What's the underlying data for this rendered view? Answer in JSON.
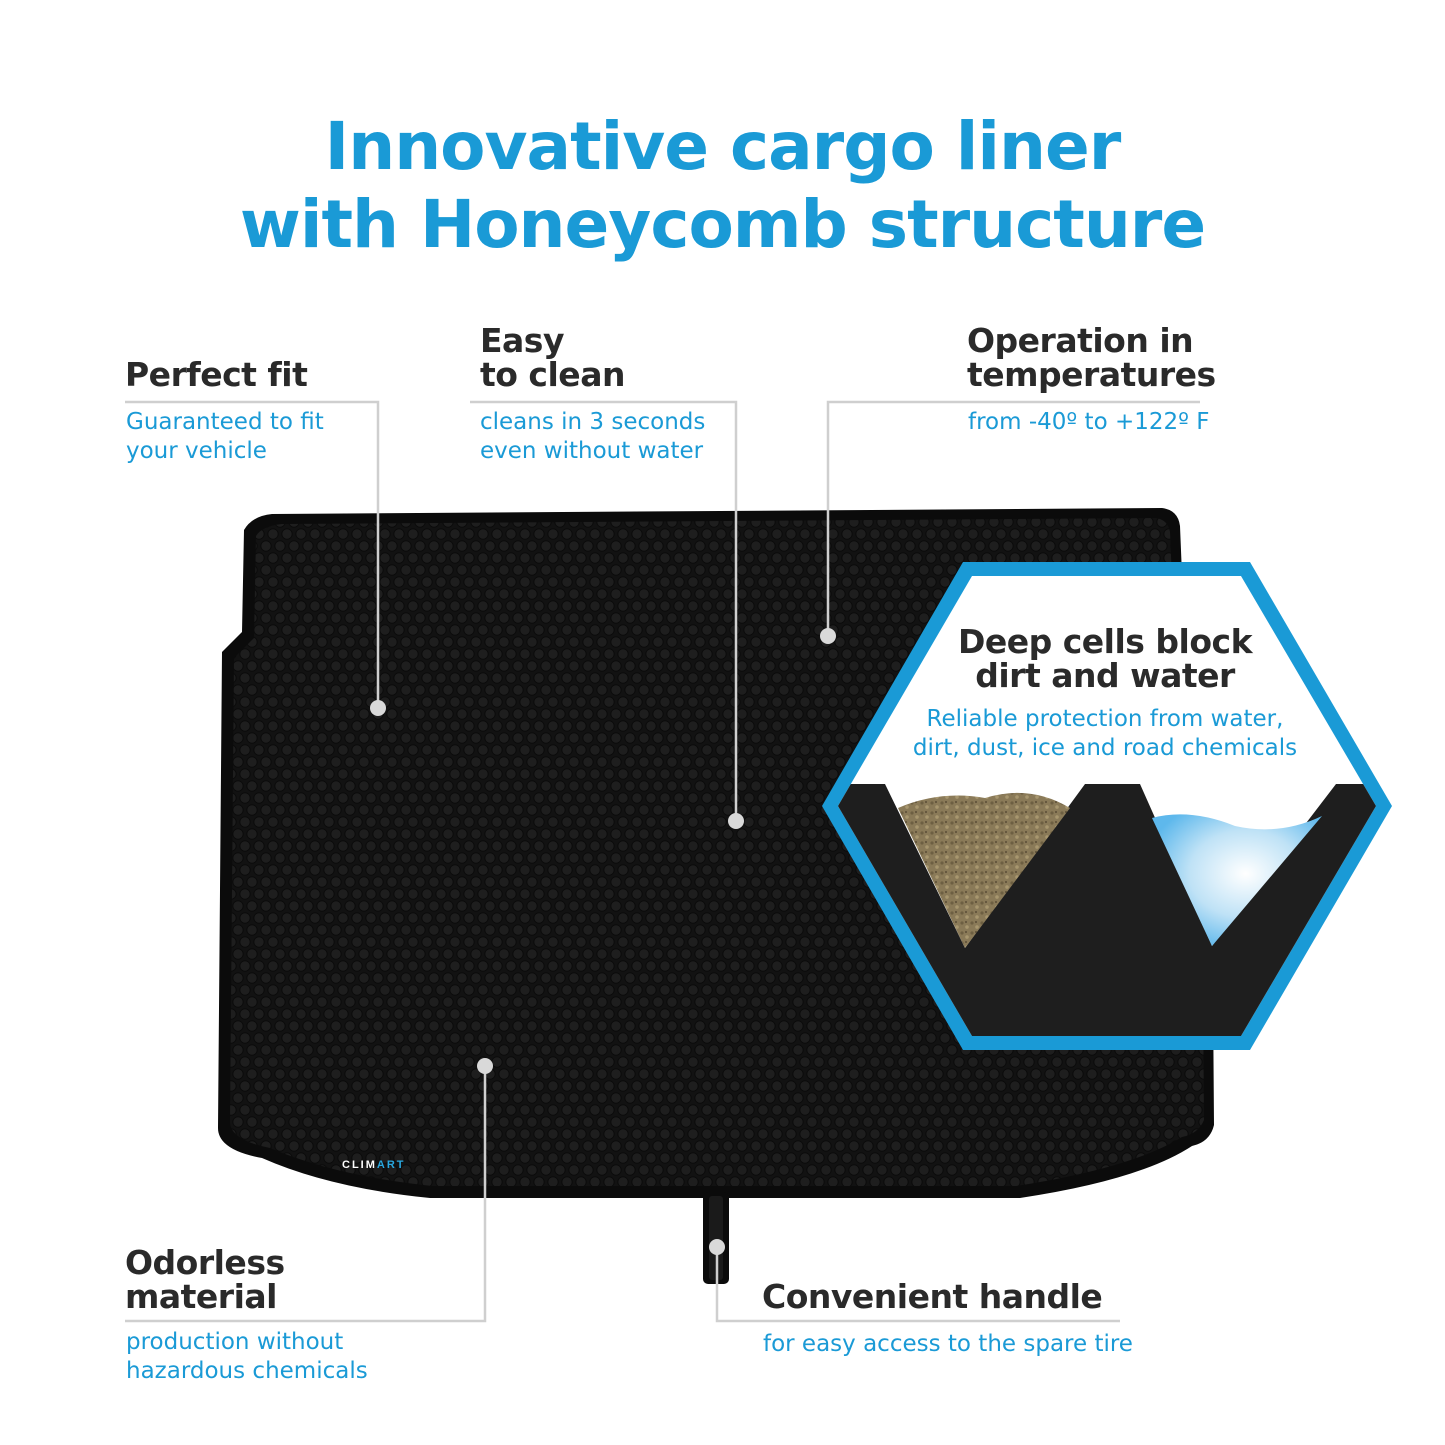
{
  "title": {
    "line1": "Innovative cargo liner",
    "line2": "with Honeycomb structure"
  },
  "features": {
    "perfect_fit": {
      "title": "Perfect fit",
      "desc_line1": "Guaranteed to fit",
      "desc_line2": "your vehicle"
    },
    "easy_clean": {
      "title_line1": "Easy",
      "title_line2": "to clean",
      "desc_line1": "cleans in 3 seconds",
      "desc_line2": "even without water"
    },
    "temperature": {
      "title_line1": "Operation in",
      "title_line2": "temperatures",
      "desc": "from -40º to +122º F"
    },
    "odorless": {
      "title_line1": "Odorless",
      "title_line2": "material",
      "desc_line1": "production without",
      "desc_line2": "hazardous chemicals"
    },
    "handle": {
      "title": "Convenient handle",
      "desc": "for easy access to the spare tire"
    }
  },
  "hexagon": {
    "title_line1": "Deep cells block",
    "title_line2": "dirt and water",
    "desc_line1": "Reliable protection from water,",
    "desc_line2": "dirt, dust, ice and road chemicals"
  },
  "logo": {
    "part1": "CLIM",
    "part2": "ART"
  },
  "colors": {
    "accent": "#1a9ad6",
    "heading": "#2a2a2a",
    "mat": "#141414",
    "callout_line": "#cfcfcf"
  }
}
